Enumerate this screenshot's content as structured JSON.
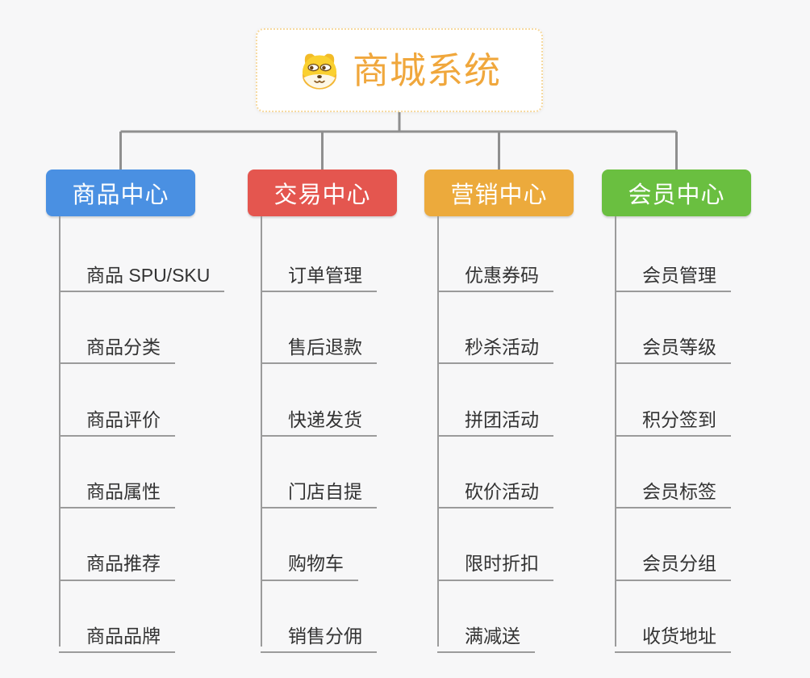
{
  "root": {
    "title": "商城系统",
    "icon": "dog-face-icon"
  },
  "branches": [
    {
      "label": "商品中心",
      "color": "#4a90e2",
      "children": [
        "商品 SPU/SKU",
        "商品分类",
        "商品评价",
        "商品属性",
        "商品推荐",
        "商品品牌"
      ]
    },
    {
      "label": "交易中心",
      "color": "#e4564f",
      "children": [
        "订单管理",
        "售后退款",
        "快递发货",
        "门店自提",
        "购物车",
        "销售分佣"
      ]
    },
    {
      "label": "营销中心",
      "color": "#ecaa3c",
      "children": [
        "优惠券码",
        "秒杀活动",
        "拼团活动",
        "砍价活动",
        "限时折扣",
        "满减送"
      ]
    },
    {
      "label": "会员中心",
      "color": "#6abf40",
      "children": [
        "会员管理",
        "会员等级",
        "积分签到",
        "会员标签",
        "会员分组",
        "收货地址"
      ]
    }
  ],
  "colors": {
    "canvas_bg": "#f7f7f8",
    "connector": "#8f8f8f",
    "underline": "#9b9b9b",
    "child_text": "#333333",
    "root_title": "#f0a73c",
    "root_border": "#f6d9a0",
    "root_bg": "#ffffff"
  }
}
